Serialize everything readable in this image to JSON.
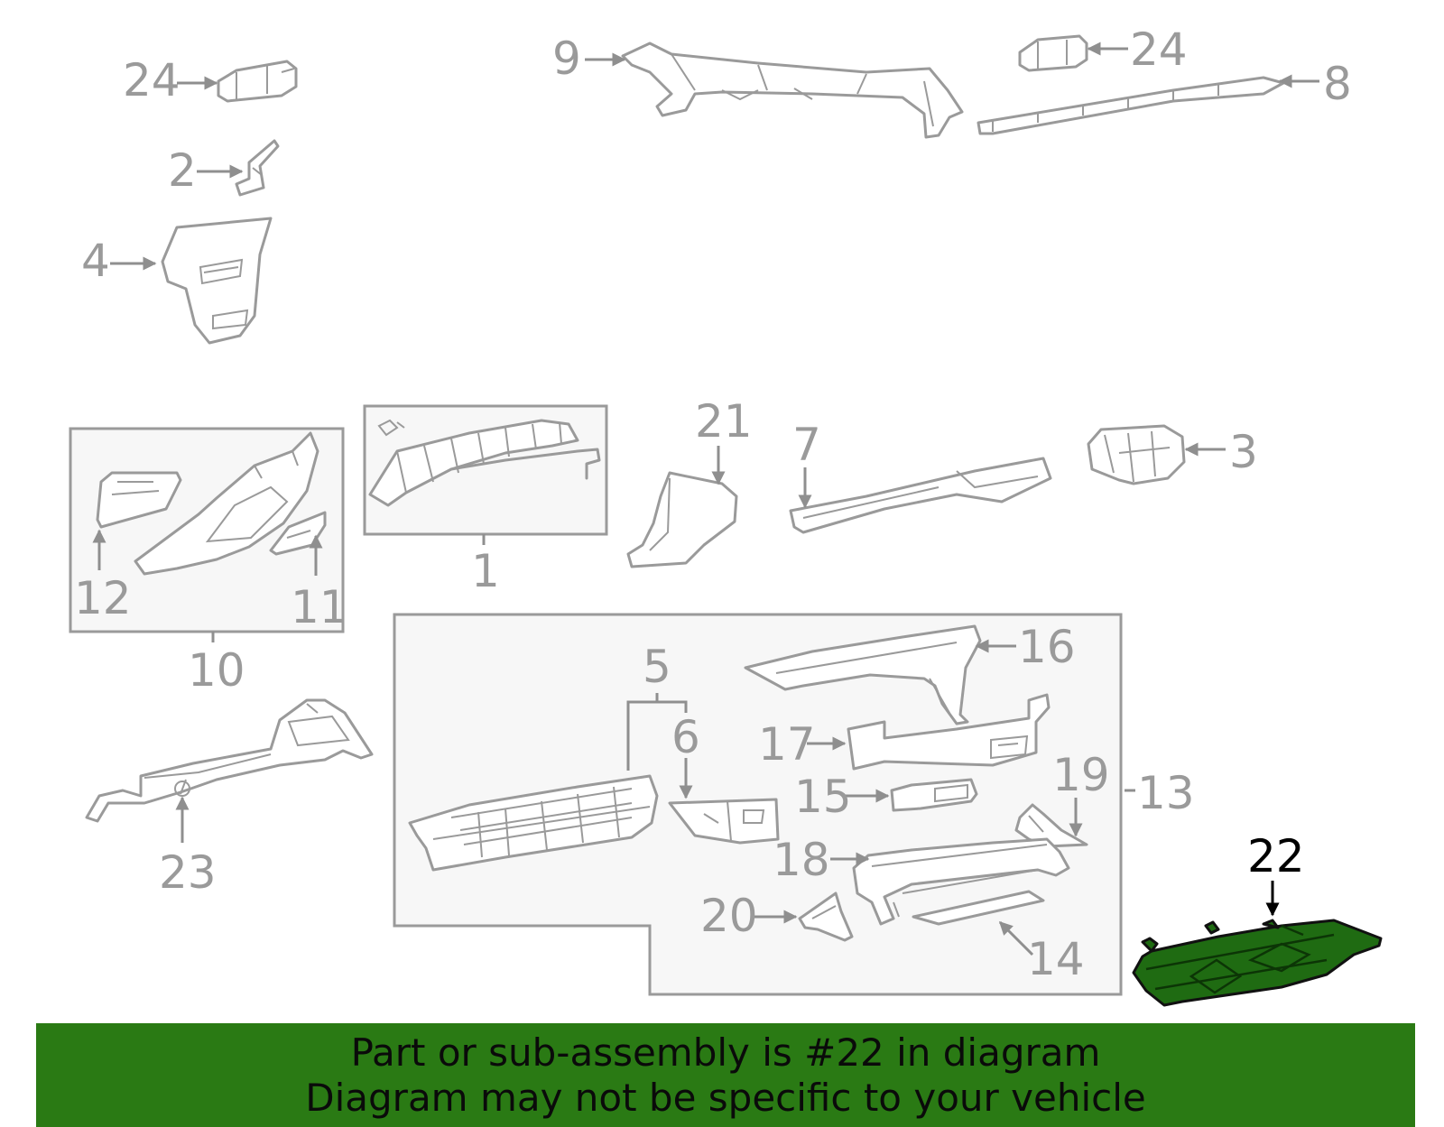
{
  "callouts": {
    "c1": "1",
    "c2": "2",
    "c3": "3",
    "c4": "4",
    "c5": "5",
    "c6": "6",
    "c7": "7",
    "c8": "8",
    "c9": "9",
    "c10": "10",
    "c11": "11",
    "c12": "12",
    "c13": "13",
    "c14": "14",
    "c15": "15",
    "c16": "16",
    "c17": "17",
    "c18": "18",
    "c19": "19",
    "c20": "20",
    "c21": "21",
    "c22": "22",
    "c23": "23",
    "c24a": "24",
    "c24b": "24"
  },
  "highlight": {
    "part_number": "22",
    "color": "#1f6b12"
  },
  "banner": {
    "line1": "Part or sub-assembly is #22 in diagram",
    "line2": "Diagram may not be specific to your vehicle",
    "background": "#2a7a14"
  }
}
